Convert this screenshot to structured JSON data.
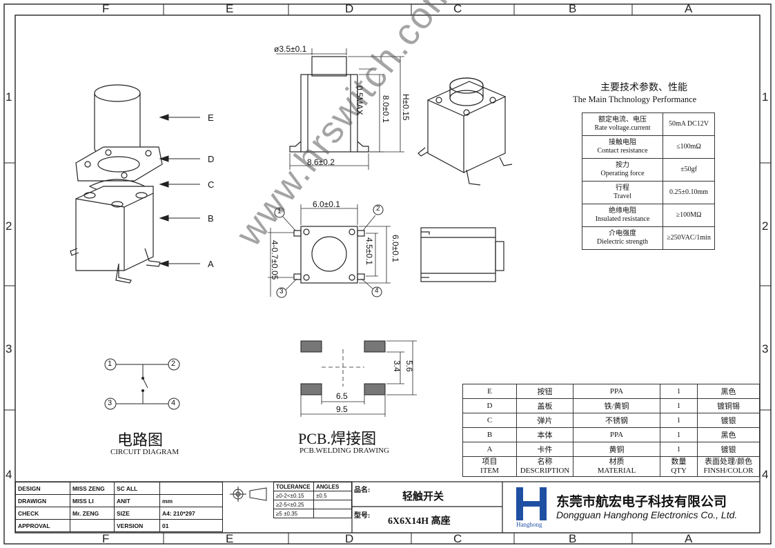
{
  "zones": {
    "top": [
      "F",
      "E",
      "D",
      "C",
      "B",
      "A"
    ],
    "side": [
      "1",
      "2",
      "3",
      "4"
    ]
  },
  "exploded": {
    "labels": [
      "E",
      "D",
      "C",
      "B",
      "A"
    ]
  },
  "front_view": {
    "dims": {
      "cap_dia": "ø3.5±0.1",
      "max": "0.5MAX",
      "height": "8.0±0.1",
      "total": "H±0.15",
      "width": "8.6±0.2"
    }
  },
  "top_view": {
    "dims": {
      "width": "6.0±0.1",
      "pad_gap": "4.5±0.1",
      "body": "6.0±0.1",
      "pitch": "4-0.7±0.05"
    },
    "pins": [
      "1",
      "2",
      "3",
      "4"
    ]
  },
  "pcb": {
    "dims": {
      "inner_h": "3.4",
      "outer_h": "5.6",
      "inner_w": "6.5",
      "outer_w": "9.5"
    },
    "caption_cn": "PCB.焊接图",
    "caption_en": "PCB.WELDING DRAWING"
  },
  "circuit": {
    "pins": [
      "1",
      "2",
      "3",
      "4"
    ],
    "caption_cn": "电路图",
    "caption_en": "CIRCUIT DIAGRAM"
  },
  "watermark": "www.hrswitch.com",
  "specs": {
    "title_cn": "主要技术参数、性能",
    "title_en": "The Main Thchnology Performance",
    "rows": [
      {
        "cn": "额定电流、电压",
        "en": "Rate voltage.current",
        "value": "50mA DC12V"
      },
      {
        "cn": "接触电阻",
        "en": "Contact resistance",
        "value": "≤100mΩ"
      },
      {
        "cn": "按力",
        "en": "Operating force",
        "value": "±50gf"
      },
      {
        "cn": "行程",
        "en": "Travel",
        "value": "0.25±0.10mm"
      },
      {
        "cn": "绝缘电阻",
        "en": "Insulated resistance",
        "value": "≥100MΩ"
      },
      {
        "cn": "介电强度",
        "en": "Dielectric strength",
        "value": "≥250VAC/1min"
      }
    ]
  },
  "bom": {
    "rows": [
      {
        "item": "E",
        "desc": "按钮",
        "material": "PPA",
        "qty": "1",
        "finish": "黑色"
      },
      {
        "item": "D",
        "desc": "盖板",
        "material": "铁/黄铜",
        "qty": "1",
        "finish": "镀铜锡"
      },
      {
        "item": "C",
        "desc": "弹片",
        "material": "不锈钢",
        "qty": "1",
        "finish": "镀银"
      },
      {
        "item": "B",
        "desc": "本体",
        "material": "PPA",
        "qty": "1",
        "finish": "黑色"
      },
      {
        "item": "A",
        "desc": "卡件",
        "material": "黄铜",
        "qty": "1",
        "finish": "镀银"
      }
    ],
    "header": {
      "item_cn": "项目",
      "item_en": "ITEM",
      "desc_cn": "名称",
      "desc_en": "DESCRIPTION",
      "mat_cn": "材质",
      "mat_en": "MATERIAL",
      "qty_cn": "数量",
      "qty_en": "QTY",
      "fin_cn": "表面处理/颜色",
      "fin_en": "FINSH/COLOR"
    }
  },
  "title_block": {
    "rows": [
      {
        "k1": "DESIGN",
        "v1": "MISS ZENG",
        "k2": "SC ALL",
        "v2": ""
      },
      {
        "k1": "DRAWIGN",
        "v1": "MISS LI",
        "k2": "ANIT",
        "v2": "mm"
      },
      {
        "k1": "CHECK",
        "v1": "Mr. ZENG",
        "k2": "SIZE",
        "v2": "A4: 210*297"
      },
      {
        "k1": "APPROVAL",
        "v1": "",
        "k2": "VERSION",
        "v2": "01"
      }
    ],
    "tolerance_label": "TOLERANCE",
    "angles_label": "ANGLES",
    "tolerances": [
      "≥0-2<±0.15",
      "≥2-5<±0.25",
      "≥5  ±0.35"
    ],
    "angle_value": "±0.5",
    "name_label": "品名:",
    "name_value": "轻触开关",
    "model_label": "型号:",
    "model_value": "6X6X14H 高座",
    "company_cn": "东莞市航宏电子科技有限公司",
    "company_en": "Dongguan Hanghong Electronics Co., Ltd.",
    "logo_text": "Hanghong",
    "brand_color": "#1f4fa3"
  }
}
